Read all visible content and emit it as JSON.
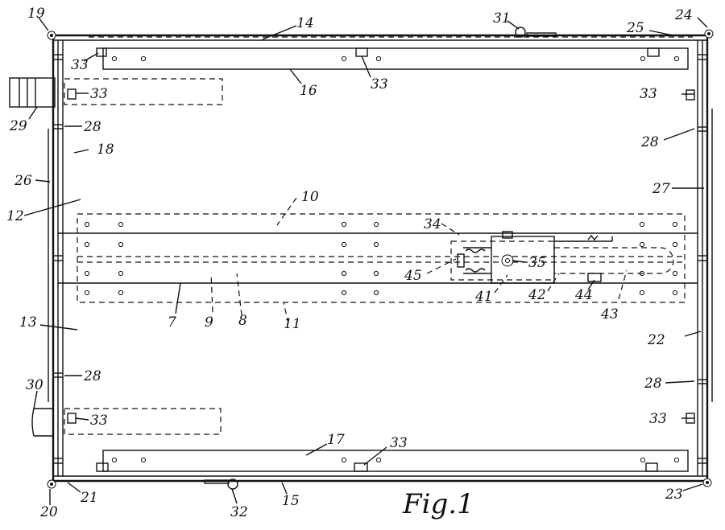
{
  "figure": {
    "caption": "Fig.1",
    "reference_numerals": [
      {
        "id": "n19",
        "text": "19"
      },
      {
        "id": "n14",
        "text": "14"
      },
      {
        "id": "n31",
        "text": "31"
      },
      {
        "id": "n25",
        "text": "25"
      },
      {
        "id": "n24",
        "text": "24"
      },
      {
        "id": "n33a",
        "text": "33"
      },
      {
        "id": "n16",
        "text": "16"
      },
      {
        "id": "n33b",
        "text": "33"
      },
      {
        "id": "n33c",
        "text": "33"
      },
      {
        "id": "n33d",
        "text": "33"
      },
      {
        "id": "n29",
        "text": "29"
      },
      {
        "id": "n28a",
        "text": "28"
      },
      {
        "id": "n18",
        "text": "18"
      },
      {
        "id": "n28b",
        "text": "28"
      },
      {
        "id": "n26",
        "text": "26"
      },
      {
        "id": "n27",
        "text": "27"
      },
      {
        "id": "n12",
        "text": "12"
      },
      {
        "id": "n10",
        "text": "10"
      },
      {
        "id": "n34",
        "text": "34"
      },
      {
        "id": "n35",
        "text": "35"
      },
      {
        "id": "n45",
        "text": "45"
      },
      {
        "id": "n41",
        "text": "41"
      },
      {
        "id": "n42",
        "text": "42"
      },
      {
        "id": "n44",
        "text": "44"
      },
      {
        "id": "n43",
        "text": "43"
      },
      {
        "id": "n7",
        "text": "7"
      },
      {
        "id": "n9",
        "text": "9"
      },
      {
        "id": "n8",
        "text": "8"
      },
      {
        "id": "n11",
        "text": "11"
      },
      {
        "id": "n13",
        "text": "13"
      },
      {
        "id": "n22",
        "text": "22"
      },
      {
        "id": "n28c",
        "text": "28"
      },
      {
        "id": "n28d",
        "text": "28"
      },
      {
        "id": "n30",
        "text": "30"
      },
      {
        "id": "n33e",
        "text": "33"
      },
      {
        "id": "n33f",
        "text": "33"
      },
      {
        "id": "n17",
        "text": "17"
      },
      {
        "id": "n33g",
        "text": "33"
      },
      {
        "id": "n20",
        "text": "20"
      },
      {
        "id": "n21",
        "text": "21"
      },
      {
        "id": "n32",
        "text": "32"
      },
      {
        "id": "n15",
        "text": "15"
      },
      {
        "id": "n23",
        "text": "23"
      }
    ]
  }
}
